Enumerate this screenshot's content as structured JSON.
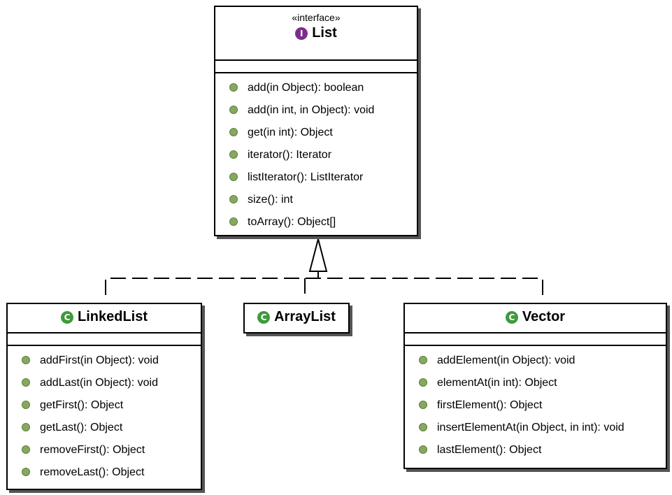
{
  "list": {
    "stereotype": "«interface»",
    "icon": "interface-icon",
    "name": "List",
    "methods": [
      "add(in Object): boolean",
      "add(in int, in Object): void",
      "get(in int): Object",
      "iterator(): Iterator",
      "listIterator(): ListIterator",
      "size(): int",
      "toArray(): Object[]"
    ]
  },
  "linkedlist": {
    "icon": "class-icon",
    "name": "LinkedList",
    "methods": [
      "addFirst(in Object): void",
      "addLast(in Object): void",
      "getFirst(): Object",
      "getLast(): Object",
      "removeFirst(): Object",
      "removeLast(): Object"
    ]
  },
  "arraylist": {
    "icon": "class-icon",
    "name": "ArrayList"
  },
  "vector": {
    "icon": "class-icon",
    "name": "Vector",
    "methods": [
      "addElement(in Object): void",
      "elementAt(in int): Object",
      "firstElement(): Object",
      "insertElementAt(in Object, in int): void",
      "lastElement(): Object"
    ]
  },
  "icon_letters": {
    "interface": "I",
    "class": "C"
  },
  "colors": {
    "interface_icon": "#7b2d8e",
    "class_icon": "#3f9a3c",
    "method_dot": "#86a85f",
    "border": "#000000",
    "shadow": "#555555"
  }
}
